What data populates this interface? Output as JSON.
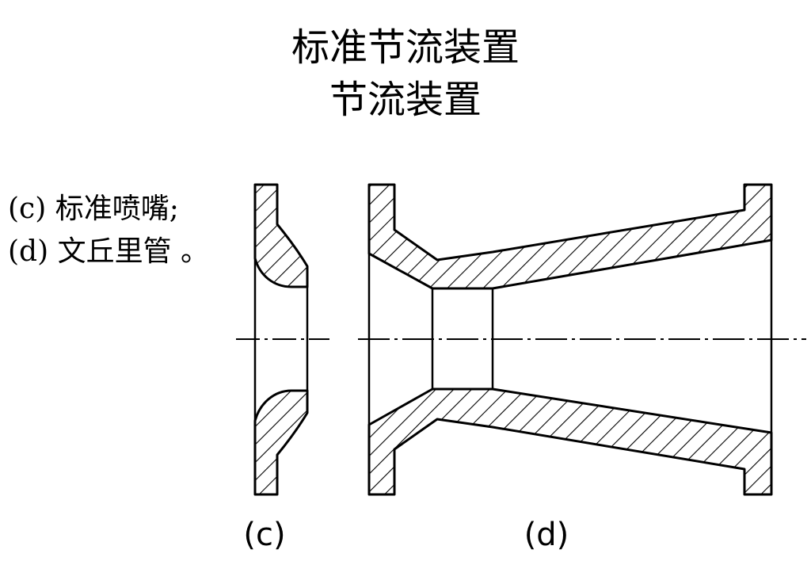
{
  "title": "标准节流装置",
  "subtitle": "节流装置",
  "captions": [
    "(c) 标准喷嘴;",
    "(d) 文丘里管 。"
  ],
  "figure_labels": {
    "c": "(c)",
    "d": "(d)"
  }
}
